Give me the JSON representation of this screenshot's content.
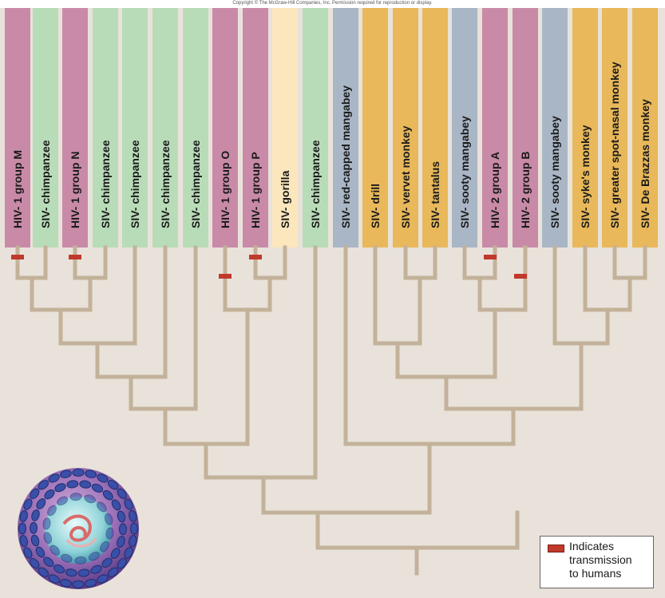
{
  "copyright": "Copyright © The McGraw-Hill Companies, Inc. Permission required for reproduction or display.",
  "colors": {
    "hiv": "#c98aa8",
    "chimpanzee": "#b9dcb8",
    "gorilla": "#fbe6bd",
    "mangabey_gray": "#a9b6c6",
    "monkey_gold": "#e8b85a",
    "branch": "#c3b29a",
    "transmission_mark": "#c0392b",
    "background": "#e9e2da"
  },
  "taxa": [
    {
      "label": "HIV- 1 group M",
      "color_key": "hiv",
      "transmission": true
    },
    {
      "label": "SIV- chimpanzee",
      "color_key": "chimpanzee",
      "transmission": false
    },
    {
      "label": "HIV- 1 group N",
      "color_key": "hiv",
      "transmission": true
    },
    {
      "label": "SIV- chimpanzee",
      "color_key": "chimpanzee",
      "transmission": false
    },
    {
      "label": "SIV- chimpanzee",
      "color_key": "chimpanzee",
      "transmission": false
    },
    {
      "label": "SIV- chimpanzee",
      "color_key": "chimpanzee",
      "transmission": false
    },
    {
      "label": "SIV- chimpanzee",
      "color_key": "chimpanzee",
      "transmission": false
    },
    {
      "label": "HIV- 1 group O",
      "color_key": "hiv",
      "transmission": true
    },
    {
      "label": "HIV- 1 group P",
      "color_key": "hiv",
      "transmission": true
    },
    {
      "label": "SIV- gorilla",
      "color_key": "gorilla",
      "transmission": false
    },
    {
      "label": "SIV- chimpanzee",
      "color_key": "chimpanzee",
      "transmission": false
    },
    {
      "label": "SIV- red-capped mangabey",
      "color_key": "mangabey_gray",
      "transmission": false
    },
    {
      "label": "SIV- drill",
      "color_key": "monkey_gold",
      "transmission": false
    },
    {
      "label": "SIV- vervet monkey",
      "color_key": "monkey_gold",
      "transmission": false
    },
    {
      "label": "SIV- tantalus",
      "color_key": "monkey_gold",
      "transmission": false
    },
    {
      "label": "SIV- sooty mangabey",
      "color_key": "mangabey_gray",
      "transmission": false
    },
    {
      "label": "HIV- 2 group A",
      "color_key": "hiv",
      "transmission": true
    },
    {
      "label": "HIV- 2 group B",
      "color_key": "hiv",
      "transmission": true
    },
    {
      "label": "SIV- sooty mangabey",
      "color_key": "mangabey_gray",
      "transmission": false
    },
    {
      "label": "SIV- syke's monkey",
      "color_key": "monkey_gold",
      "transmission": false
    },
    {
      "label": "SIV- greater spot-nasal monkey",
      "color_key": "monkey_gold",
      "transmission": false
    },
    {
      "label": "SIV- De Brazzas monkey",
      "color_key": "monkey_gold",
      "transmission": false
    }
  ],
  "legend": {
    "line1": "Indicates",
    "line2": "transmission",
    "line3": "to humans"
  },
  "virus_illustration": "hiv-virion-icon"
}
